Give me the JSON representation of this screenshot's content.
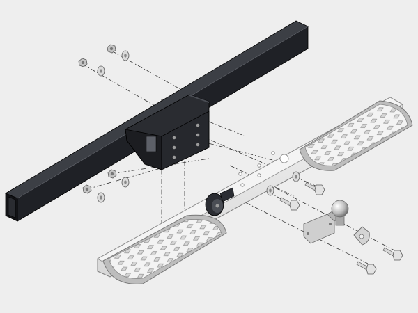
{
  "drawing": {
    "background": "#eeeeee",
    "colors": {
      "tube_dark": "#1f2126",
      "tube_top": "#3c3f45",
      "tube_side": "#121316",
      "plate_fill": "#e6e6e6",
      "plate_edge": "#8a8a8a",
      "tread_fill": "#f3f3f3",
      "tread_pattern": "#9a9a9a",
      "metal": "#c9c9c9",
      "metal_dark": "#6e6e6e",
      "leader": "#333333",
      "knob": "#2b2d33"
    },
    "parts": [
      "hitch-receiver-tube",
      "mounting-bracket",
      "step-plate-assembly",
      "left-diamond-tread",
      "right-diamond-tread",
      "tow-ball",
      "tow-ball-mount",
      "locking-knob",
      "hex-nut",
      "flat-washer",
      "bolt",
      "d-ring"
    ]
  }
}
